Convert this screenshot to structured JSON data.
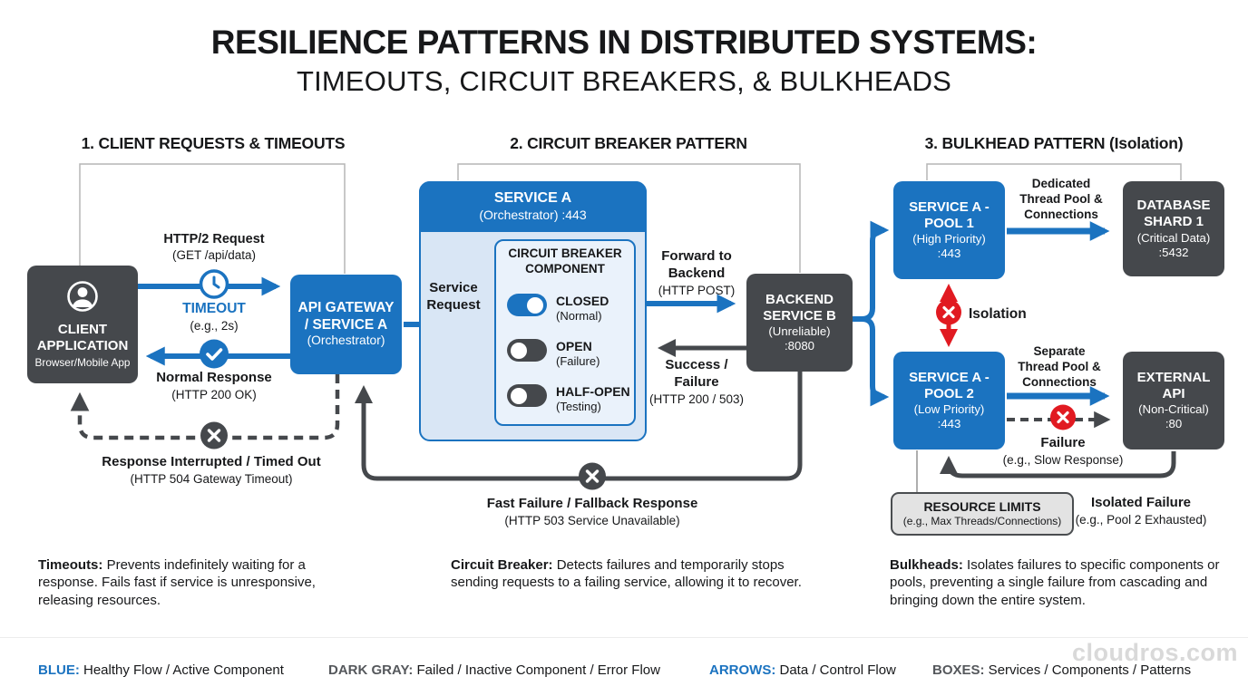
{
  "title": "RESILIENCE PATTERNS IN DISTRIBUTED SYSTEMS:",
  "subtitle": "TIMEOUTS, CIRCUIT BREAKERS, & BULKHEADS",
  "colors": {
    "blue": "#1b73c0",
    "dark_gray": "#45484c",
    "red": "#e11a21",
    "light_blue_panel": "#d9e6f5",
    "resource_gray": "#e3e3e3"
  },
  "sections": {
    "timeouts": {
      "header": "1. CLIENT REQUESTS & TIMEOUTS",
      "client_box": {
        "line1": "CLIENT",
        "line2": "APPLICATION",
        "line3": "Browser/Mobile App"
      },
      "gateway_box": {
        "line1": "API GATEWAY",
        "line2": "/ SERVICE A",
        "line3": "(Orchestrator)"
      },
      "request_label": {
        "bold": "HTTP/2 Request",
        "sub": "(GET /api/data)"
      },
      "timeout_label": {
        "bold": "TIMEOUT",
        "sub": "(e.g., 2s)"
      },
      "response_label": {
        "bold": "Normal Response",
        "sub": "(HTTP 200 OK)"
      },
      "interrupted_label": {
        "bold": "Response Interrupted / Timed Out",
        "sub": "(HTTP 504 Gateway Timeout)"
      }
    },
    "circuit_breaker": {
      "header": "2. CIRCUIT BREAKER PATTERN",
      "service_a": {
        "title": "SERVICE A",
        "subtitle": "(Orchestrator) :443"
      },
      "service_request": {
        "line1": "Service",
        "line2": "Request"
      },
      "cb_component": {
        "title1": "CIRCUIT BREAKER",
        "title2": "COMPONENT",
        "states": [
          {
            "name": "CLOSED",
            "sub": "(Normal)",
            "on": true
          },
          {
            "name": "OPEN",
            "sub": "(Failure)",
            "on": false
          },
          {
            "name": "HALF-OPEN",
            "sub": "(Testing)",
            "on": false
          }
        ]
      },
      "forward_label": {
        "line1": "Forward to",
        "line2": "Backend",
        "sub": "(HTTP POST)"
      },
      "backend_box": {
        "line1": "BACKEND",
        "line2": "SERVICE B",
        "line3": "(Unreliable)",
        "line4": ":8080"
      },
      "result_label": {
        "line1": "Success /",
        "line2": "Failure",
        "sub": "(HTTP 200 / 503)"
      },
      "fallback_label": {
        "bold": "Fast Failure / Fallback Response",
        "sub": "(HTTP 503 Service Unavailable)"
      }
    },
    "bulkhead": {
      "header": "3. BULKHEAD PATTERN (Isolation)",
      "pool1_box": {
        "line1": "SERVICE A -",
        "line2": "POOL 1",
        "line3": "(High Priority)",
        "line4": ":443"
      },
      "dedicated_label": {
        "line1": "Dedicated",
        "line2": "Thread Pool &",
        "line3": "Connections"
      },
      "shard1_box": {
        "line1": "DATABASE",
        "line2": "SHARD 1",
        "line3": "(Critical Data)",
        "line4": ":5432"
      },
      "isolation_label": "Isolation",
      "pool2_box": {
        "line1": "SERVICE A -",
        "line2": "POOL 2",
        "line3": "(Low Priority)",
        "line4": ":443"
      },
      "separate_label": {
        "line1": "Separate",
        "line2": "Thread Pool &",
        "line3": "Connections"
      },
      "external_box": {
        "line1": "EXTERNAL",
        "line2": "API",
        "line3": "(Non-Critical)",
        "line4": ":80"
      },
      "failure_label": {
        "bold": "Failure",
        "sub": "(e.g., Slow Response)"
      },
      "resource_box": {
        "bold": "RESOURCE LIMITS",
        "sub": "(e.g., Max Threads/Connections)"
      },
      "isolated_label": {
        "bold": "Isolated Failure",
        "sub": "(e.g., Pool 2 Exhausted)"
      }
    }
  },
  "descriptions": [
    {
      "term": "Timeouts:",
      "text": " Prevents indefinitely waiting for a response. Fails fast if service is unresponsive, releasing resources."
    },
    {
      "term": "Circuit Breaker:",
      "text": " Detects failures and temporarily stops sending requests to a failing service, allowing it to recover."
    },
    {
      "term": "Bulkheads:",
      "text": " Isolates failures to specific components or pools, preventing a single failure from cascading and bringing down the entire system."
    }
  ],
  "legend": [
    {
      "term": "BLUE:",
      "text": " Healthy Flow / Active Component",
      "color": "blue"
    },
    {
      "term": "DARK GRAY:",
      "text": " Failed / Inactive Component / Error Flow",
      "color": "gray"
    },
    {
      "term": "ARROWS:",
      "text": " Data / Control Flow",
      "color": "blue"
    },
    {
      "term": "BOXES:",
      "text": " Services / Components / Patterns",
      "color": "gray"
    }
  ],
  "watermark": "cloudros.com",
  "icons": {
    "user": "user-icon",
    "clock": "timeout-clock-icon",
    "check": "success-check-icon",
    "error_dark": "error-x-icon",
    "error_red": "failure-x-icon"
  }
}
